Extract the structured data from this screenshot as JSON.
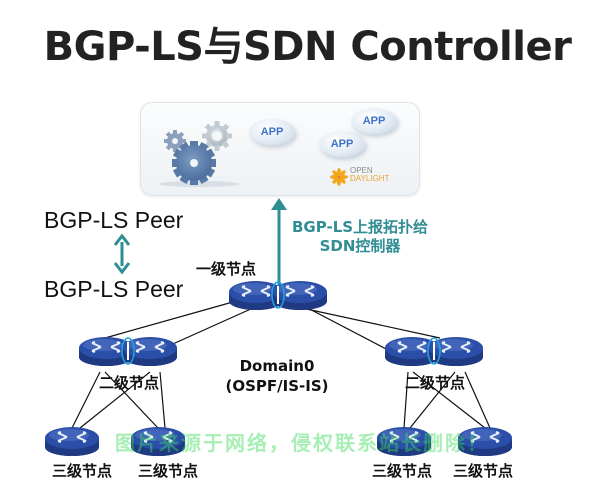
{
  "title": "BGP-LS与SDN Controller",
  "controller": {
    "apps": [
      "APP",
      "APP",
      "APP"
    ],
    "logo": {
      "line1": "OPEN",
      "line2": "DAYLIGHT"
    },
    "icons": [
      "gears-icon"
    ]
  },
  "peers": {
    "top": "BGP-LS Peer",
    "bottom": "BGP-LS Peer"
  },
  "report_label": {
    "line1": "BGP-LS上报拓扑给",
    "line2": "SDN控制器"
  },
  "domain": {
    "line1": "Domain0",
    "line2": "(OSPF/IS-IS)"
  },
  "nodes": {
    "level1": "一级节点",
    "level2_left": "二级节点",
    "level2_right": "二级节点",
    "level3": [
      "三级节点",
      "三级节点",
      "三级节点",
      "三级节点"
    ]
  },
  "watermark": "图片来源于网络，侵权联系站长删除！",
  "colors": {
    "accent_teal": "#2f8d93",
    "router_blue": "#2b4fa8",
    "app_text": "#3d72c8",
    "watermark_green": "#3cdc5a"
  }
}
